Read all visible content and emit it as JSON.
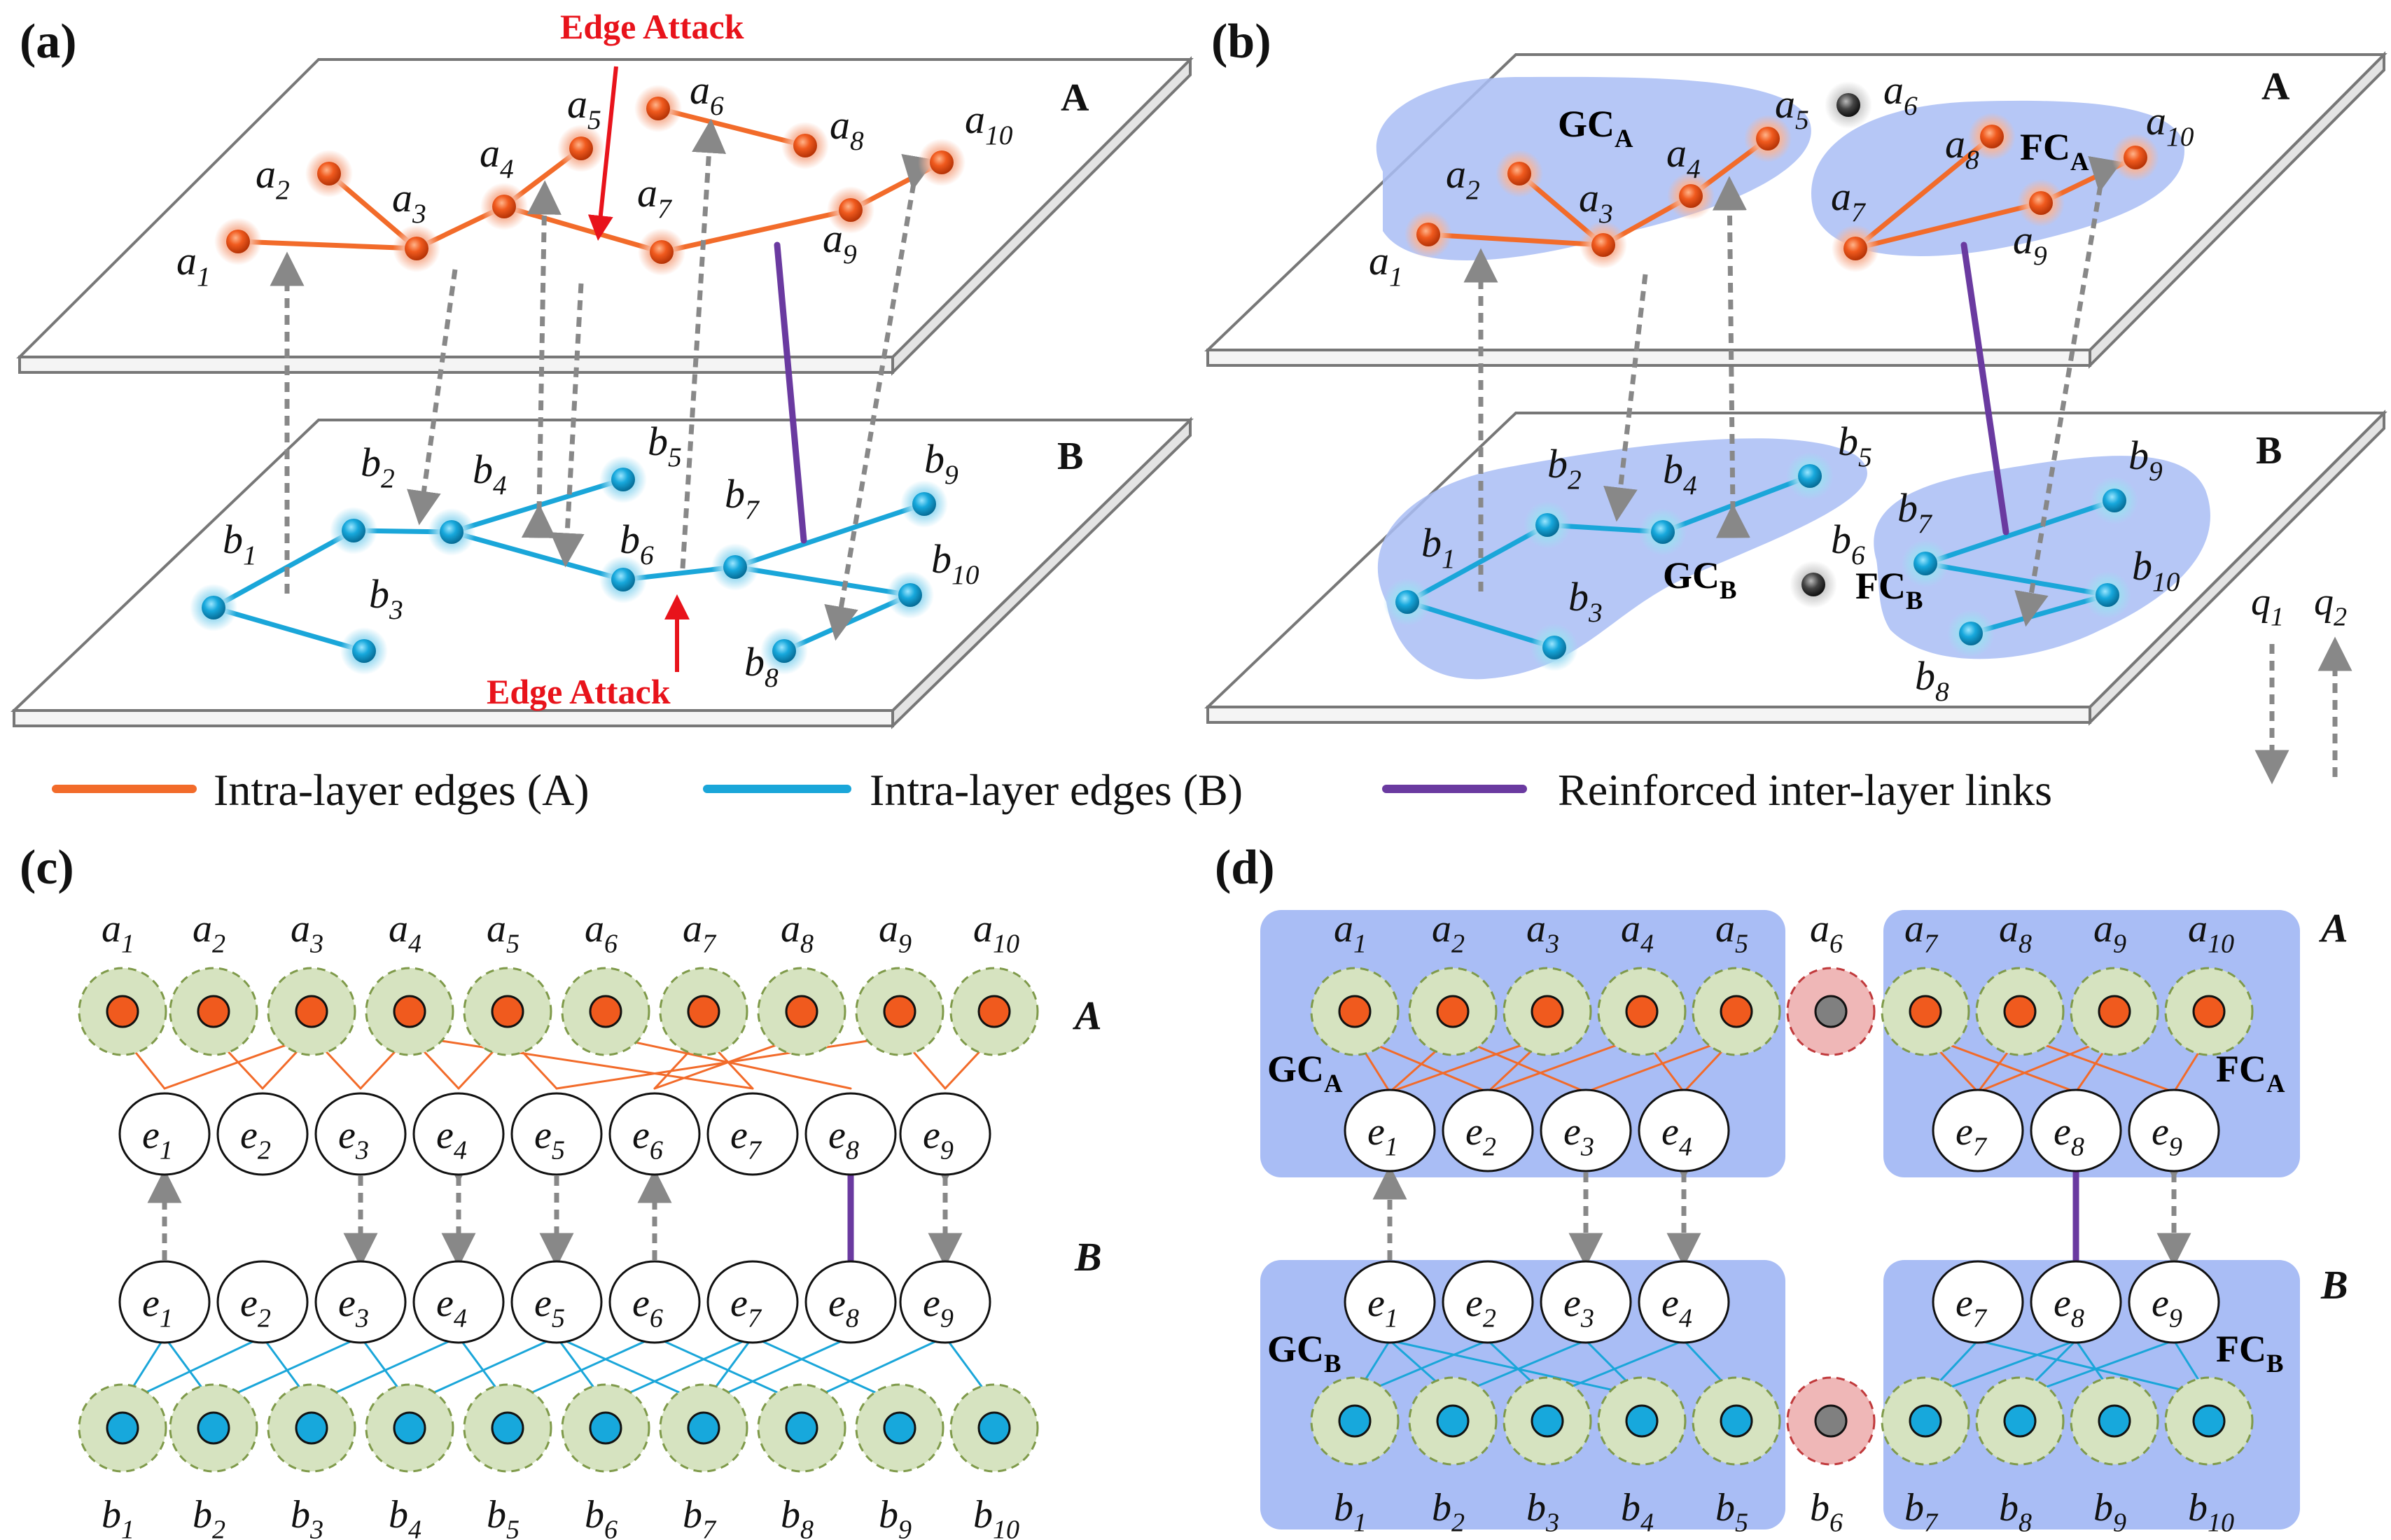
{
  "panels": {
    "a": "(a)",
    "b": "(b)",
    "c": "(c)",
    "d": "(d)"
  },
  "layers": {
    "A": "A",
    "B": "B"
  },
  "attack_label": "Edge Attack",
  "legend": {
    "intra_a": "Intra-layer edges (A)",
    "intra_b": "Intra-layer edges (B)",
    "reinforced": "Reinforced inter-layer links",
    "q1": "q",
    "q1_sub": "1",
    "q2": "q",
    "q2_sub": "2"
  },
  "node_letters": {
    "a": "a",
    "b": "b",
    "e": "e"
  },
  "node_indices": [
    "1",
    "2",
    "3",
    "4",
    "5",
    "6",
    "7",
    "8",
    "9",
    "10"
  ],
  "edge_indices": [
    "1",
    "2",
    "3",
    "4",
    "5",
    "6",
    "7",
    "8",
    "9"
  ],
  "clusters": {
    "gc": "GC",
    "fc": "FC",
    "sub_a": "A",
    "sub_b": "B"
  },
  "colors": {
    "layer_a_node": "#f05a1e",
    "layer_b_node": "#17a8dc",
    "layer_a_edge": "#f26b2a",
    "layer_b_edge": "#1aa6d9",
    "reinforced": "#6a3aa0",
    "attack": "#e8131b",
    "cluster_fill": "#a9bdf5",
    "node_halo": "#d6e3c0",
    "failed_node": "#808080",
    "failed_halo": "#efb7b7"
  }
}
